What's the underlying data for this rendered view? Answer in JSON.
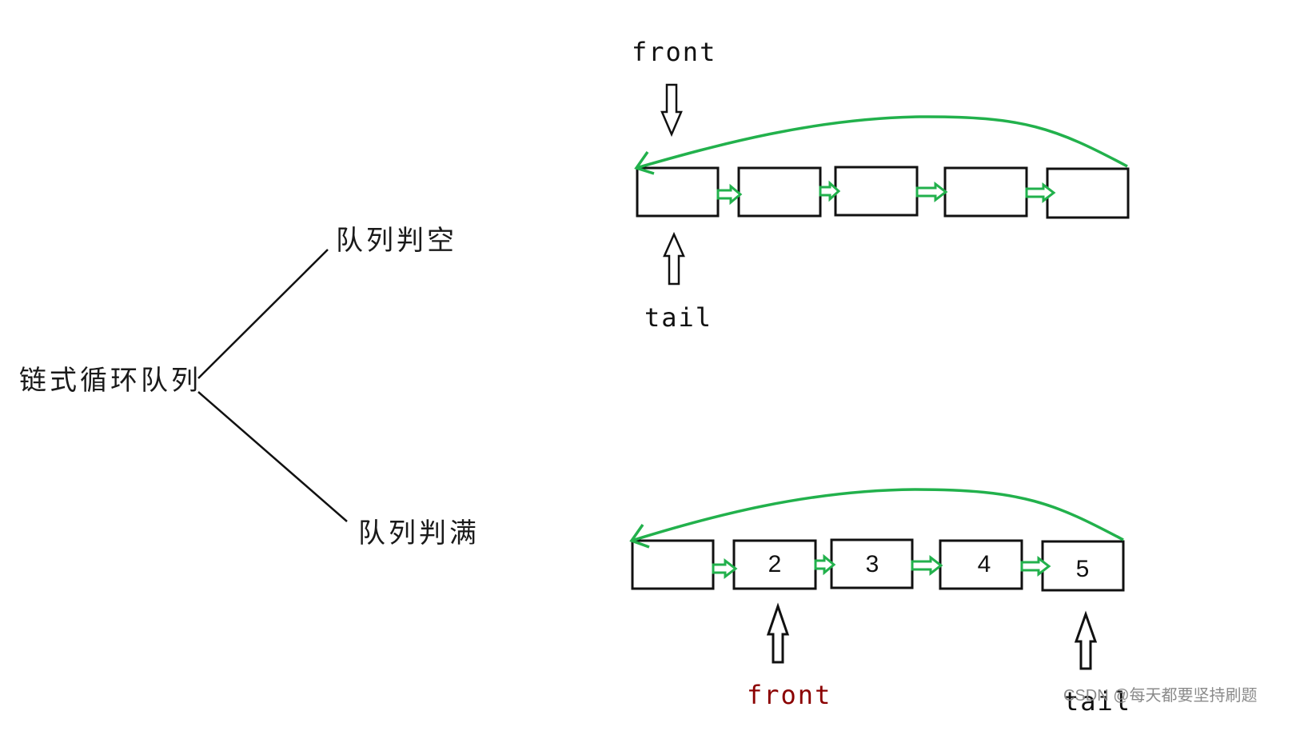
{
  "root_label": "链式循环队列",
  "branches": {
    "empty": {
      "label": "队列判空"
    },
    "full": {
      "label": "队列判满"
    }
  },
  "empty_queue": {
    "front_label": "front",
    "tail_label": "tail",
    "node_values": [
      "",
      "",
      "",
      "",
      ""
    ]
  },
  "full_queue": {
    "front_label": "front",
    "tail_label": "tail",
    "node_values": [
      "",
      "2",
      "3",
      "4",
      "5"
    ]
  },
  "colors": {
    "link_arrow": "#22b14c",
    "loop_arrow": "#22b14c",
    "node_border": "#111111",
    "front_full_text": "#8b0000",
    "line": "#111111"
  },
  "watermark": "CSDN @每天都要坚持刷题"
}
